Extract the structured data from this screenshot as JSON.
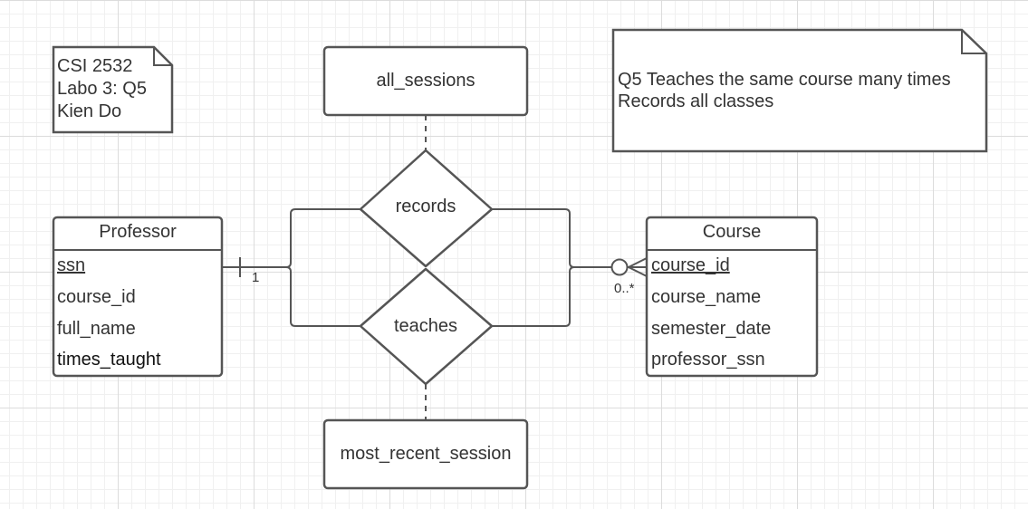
{
  "notes": {
    "author_note": {
      "lines": [
        "CSI 2532",
        "Labo 3: Q5",
        "Kien Do"
      ]
    },
    "question_note": {
      "lines": [
        "Q5 Teaches the same course many times",
        "Records all classes"
      ]
    }
  },
  "entities": {
    "professor": {
      "name": "Professor",
      "attributes": [
        {
          "label": "ssn",
          "key": true
        },
        {
          "label": "course_id",
          "key": false
        },
        {
          "label": "full_name",
          "key": false
        },
        {
          "label": "times_taught",
          "key": false
        }
      ]
    },
    "course": {
      "name": "Course",
      "attributes": [
        {
          "label": "course_id",
          "key": true
        },
        {
          "label": "course_name",
          "key": false
        },
        {
          "label": "semester_date",
          "key": false
        },
        {
          "label": "professor_ssn",
          "key": false
        }
      ]
    }
  },
  "relationships": {
    "records": {
      "label": "records"
    },
    "teaches": {
      "label": "teaches"
    }
  },
  "relationship_attributes": {
    "all_sessions": {
      "label": "all_sessions"
    },
    "most_recent_session": {
      "label": "most_recent_session"
    }
  },
  "cardinality": {
    "professor_side": "1",
    "course_side": "0..*"
  }
}
